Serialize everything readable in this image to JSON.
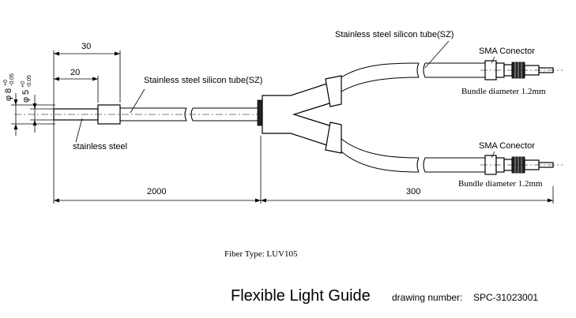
{
  "dimensions": {
    "overall_length": "30",
    "sleeve_length": "20",
    "main_cable_length": "2000",
    "branch_length": "300",
    "outer_diameter_symbol": "φ",
    "outer_diameter_value": "8",
    "outer_diameter_tol_upper": "+0",
    "outer_diameter_tol_lower": "-0.05",
    "inner_diameter_symbol": "φ",
    "inner_diameter_value": "5",
    "inner_diameter_tol_upper": "+0",
    "inner_diameter_tol_lower": "-0.05"
  },
  "labels": {
    "tube_main": "Stainless steel silicon tube(SZ)",
    "tube_branch": "Stainless steel silicon tube(SZ)",
    "ferrule": "stainless steel",
    "connector_top": "SMA Conector",
    "connector_bottom": "SMA Conector",
    "bundle_top": "Bundle diameter 1.2mm",
    "bundle_bottom": "Bundle diameter 1.2mm"
  },
  "fiber_type": "Fiber Type:  LUV105",
  "title_block": {
    "title": "Flexible Light Guide",
    "drawing_number_label": "drawing number:",
    "drawing_number": "SPC-31023001"
  }
}
